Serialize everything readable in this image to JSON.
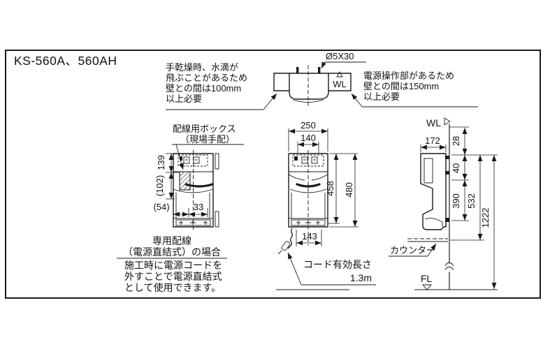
{
  "title": "KS-560A、560AH",
  "colors": {
    "line": "#1a1a1a",
    "background": "#ffffff"
  },
  "notes": {
    "splash": {
      "line1": "手乾燥時、水滴が",
      "line2": "飛ぶことがあるため",
      "line3": "壁との間は100mm",
      "line4": "以上必要"
    },
    "power": {
      "line1": "電源操作部があるため",
      "line2": "壁との間は150mm",
      "line3": "以上必要"
    },
    "wiring_box": {
      "line1": "配線用ボックス",
      "line2": "（現場手配）"
    },
    "dedicated": {
      "heading1": "専用配線",
      "heading2": "（電源直結式）の場合",
      "body1": "施工時に電源コードを",
      "body2": "外すことで電源直結式",
      "body3": "として使用できます。"
    },
    "cord": {
      "line1": "コード有効長さ",
      "line2": "1.3m"
    },
    "counter": "カウンター"
  },
  "labels": {
    "screw_spec": "Ø5X30",
    "wl_plan": "WL",
    "wl_side": "WL",
    "fl": "FL"
  },
  "dimensions": {
    "front": {
      "width": "250",
      "panel_width": "140",
      "body_height": "458",
      "overall_height": "480",
      "base_width": "143"
    },
    "left_view": {
      "top_to_box": "139",
      "box_span": "(102)",
      "left_offset": "(54)",
      "cord_offset": "33"
    },
    "side": {
      "depth": "172",
      "wl_to_top": "28",
      "top_to_mount": "40",
      "mount_span": "390",
      "to_counter": "532",
      "to_floor": "1222"
    }
  }
}
